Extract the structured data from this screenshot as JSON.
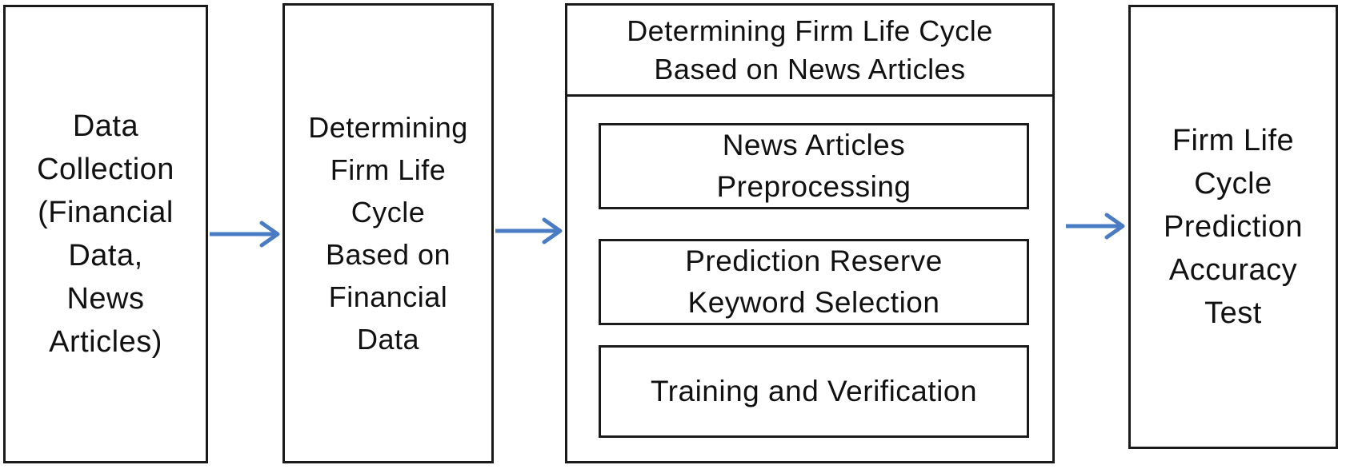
{
  "colors": {
    "arrow": "#4a7cc4",
    "border": "#1a1a1a",
    "text": "#111111"
  },
  "steps": {
    "data_collection": "Data\nCollection\n(Financial\nData,\nNews\nArticles)",
    "financial_lifecycle": "Determining\nFirm Life\nCycle\nBased on\nFinancial\nData",
    "news_lifecycle": {
      "title": "Determining Firm Life Cycle\nBased on News Articles",
      "substeps": [
        "News Articles\nPreprocessing",
        "Prediction Reserve\nKeyword Selection",
        "Training and Verification"
      ]
    },
    "accuracy_test": "Firm Life\nCycle\nPrediction\nAccuracy\nTest"
  }
}
